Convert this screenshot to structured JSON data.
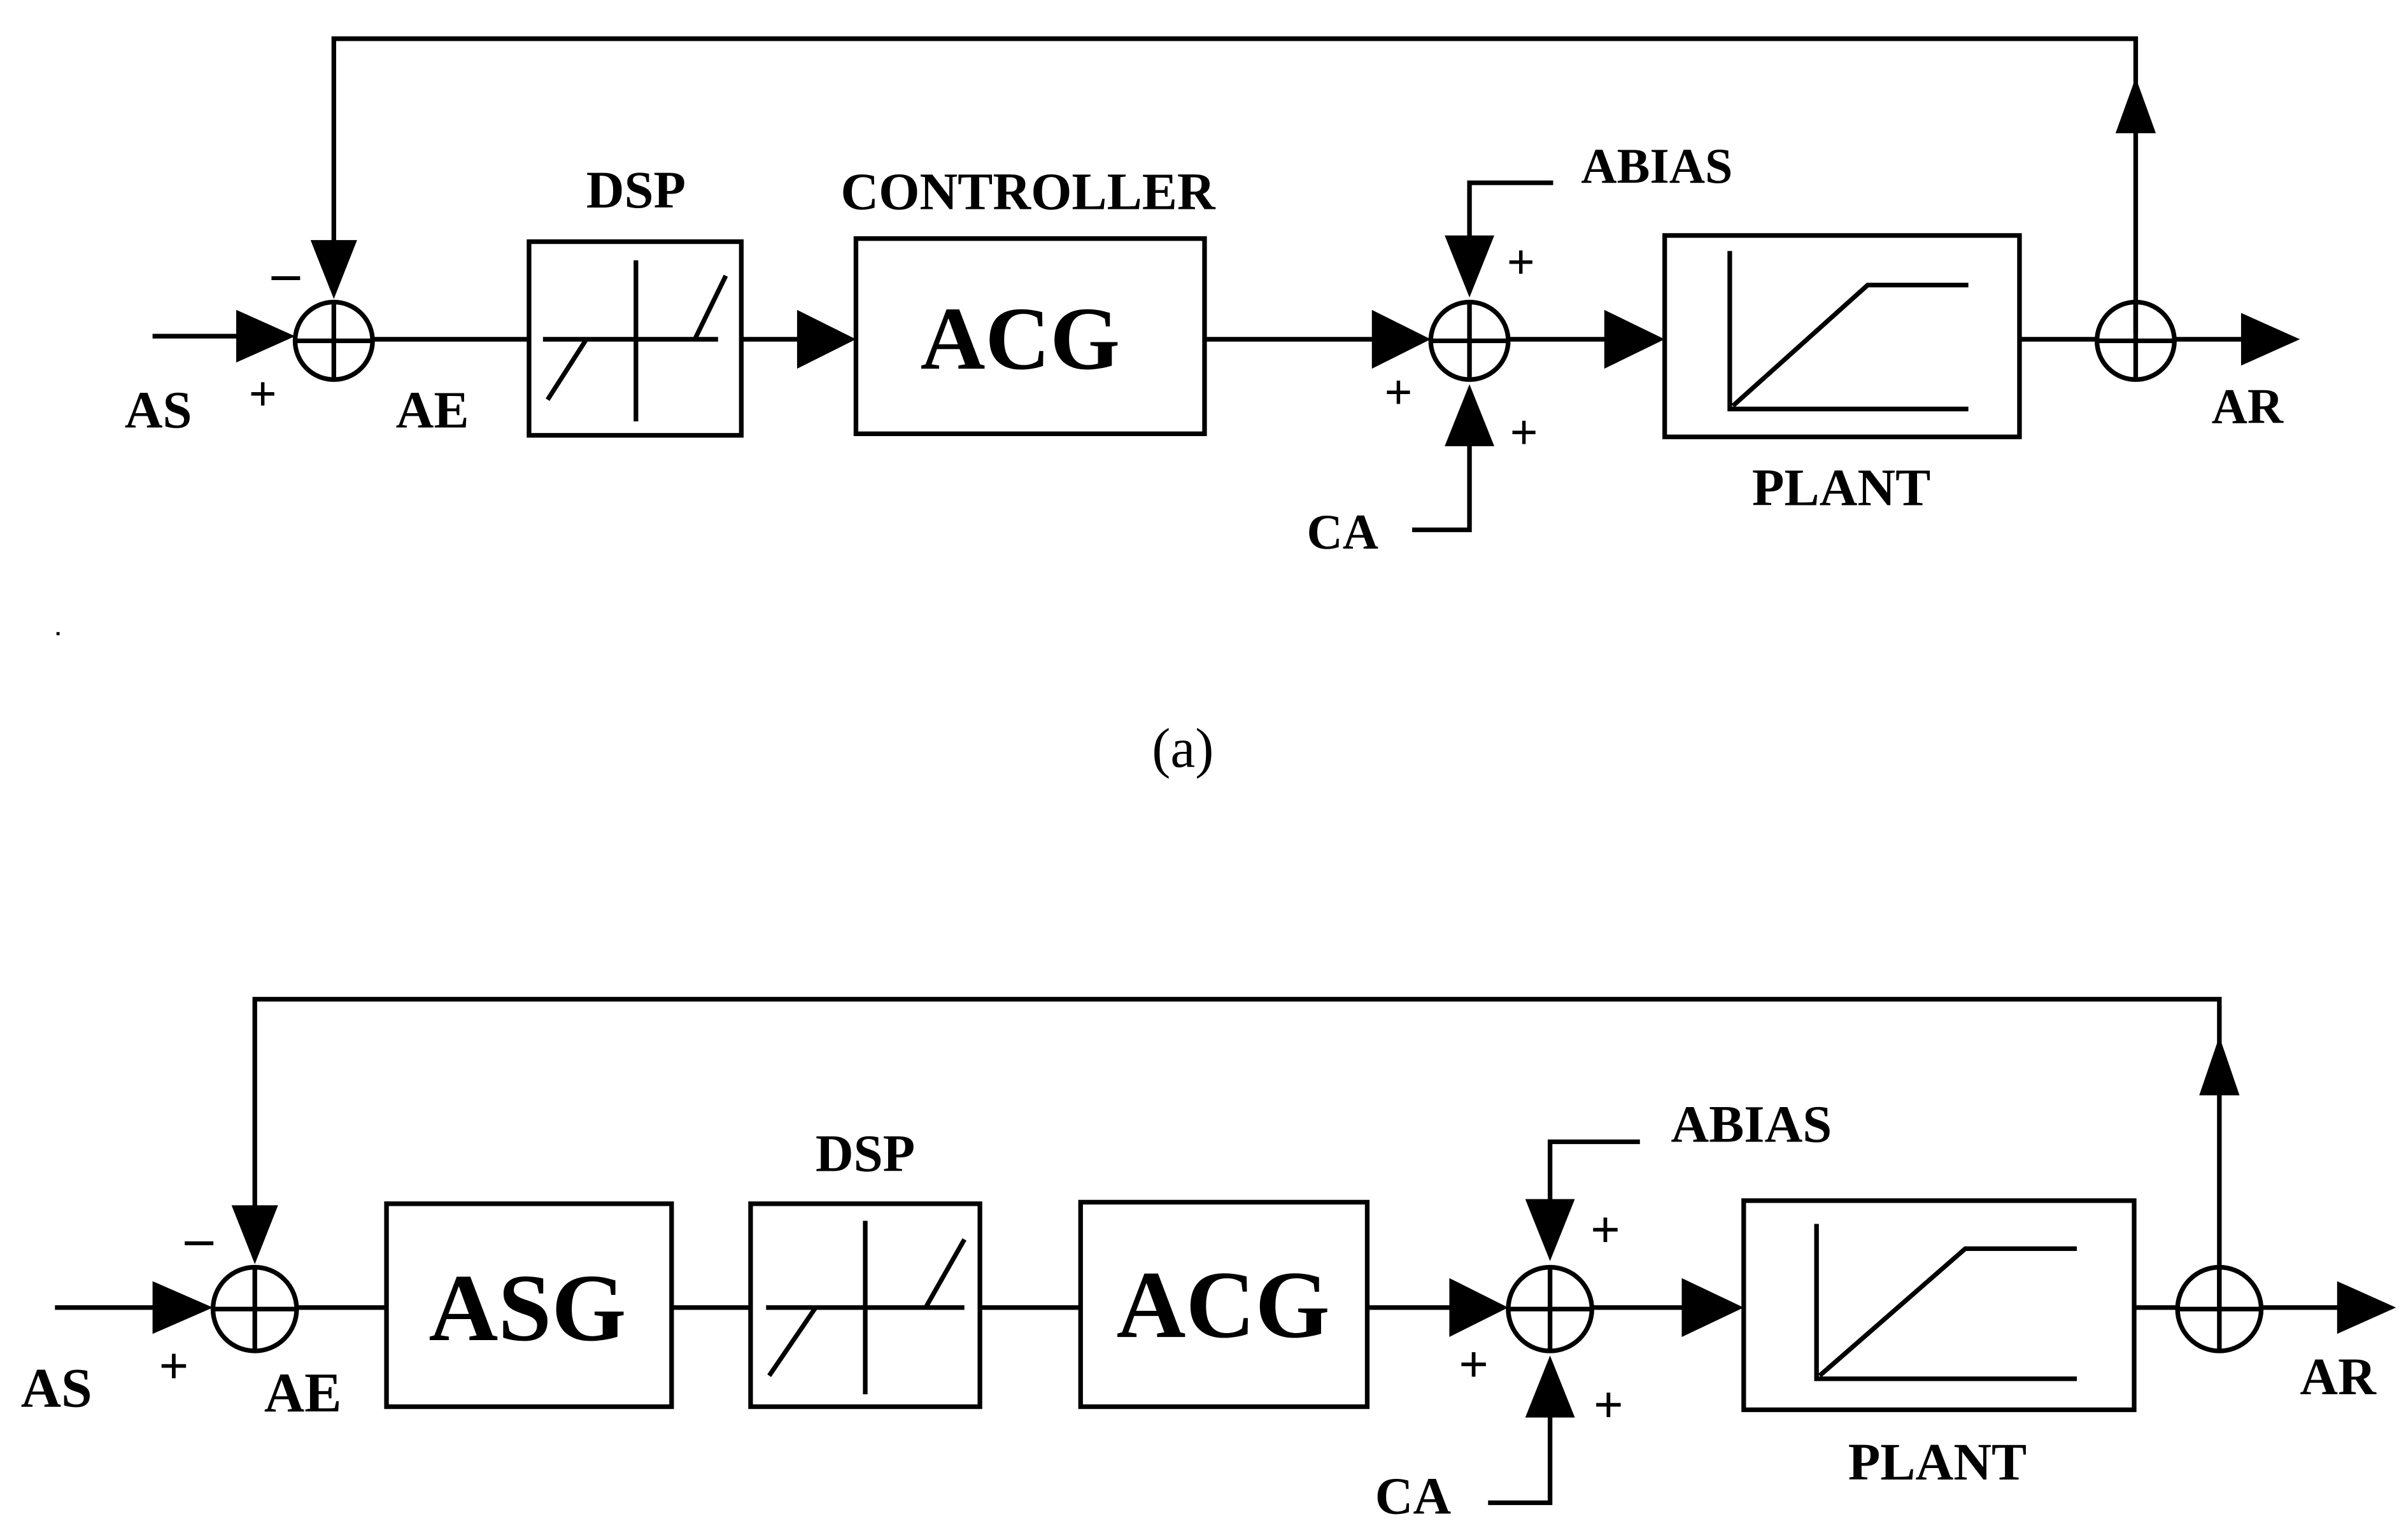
{
  "diagrams": {
    "a": {
      "caption": "(a)",
      "input_label": "AS",
      "error_label": "AE",
      "output_label": "AR",
      "dsp_label": "DSP",
      "controller_title": "CONTROLLER",
      "controller_block": "ACG",
      "bias_label": "ABIAS",
      "ca_label": "CA",
      "plant_label": "PLANT",
      "sign_feedback": "–",
      "sign_input": "+",
      "sign_bias": "+",
      "sign_forward": "+",
      "sign_ca": "+"
    },
    "b": {
      "input_label": "AS",
      "error_label": "AE",
      "output_label": "AR",
      "asg_block": "ASG",
      "dsp_label": "DSP",
      "controller_block": "ACG",
      "bias_label": "ABIAS",
      "ca_label": "CA",
      "plant_label": "PLANT",
      "sign_feedback": "–",
      "sign_input": "+",
      "sign_bias": "+",
      "sign_forward": "+",
      "sign_ca": "+"
    }
  }
}
